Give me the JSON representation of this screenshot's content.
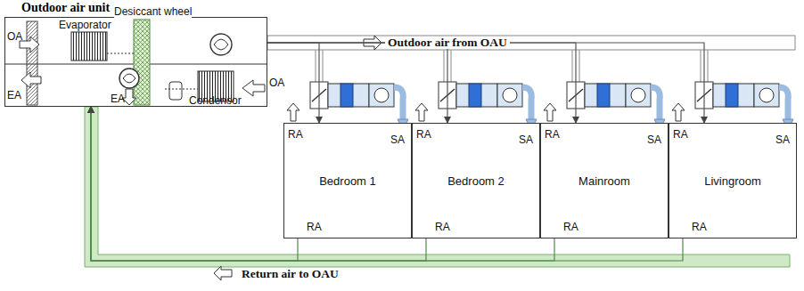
{
  "diagram": {
    "nodes": [
      {
        "text": [
          "Outdoor air unit"
        ]
      },
      {
        "text": [
          "Bedroom 1"
        ]
      },
      {
        "text": [
          "Bedroom 2"
        ]
      },
      {
        "text": [
          "Mainroom"
        ]
      },
      {
        "text": [
          "Livingroom"
        ]
      }
    ],
    "edges": [
      {
        "from": 0,
        "to": 1,
        "arrow": "to"
      },
      {
        "from": 0,
        "to": 2,
        "arrow": "to"
      },
      {
        "from": 0,
        "to": 3,
        "arrow": "to"
      },
      {
        "from": 0,
        "to": 4,
        "arrow": "to"
      },
      {
        "from": 1,
        "to": 0,
        "arrow": "to"
      },
      {
        "from": 2,
        "to": 0,
        "arrow": "to"
      },
      {
        "from": 3,
        "to": 0,
        "arrow": "to"
      },
      {
        "from": 4,
        "to": 0,
        "arrow": "to"
      }
    ],
    "labels": [
      "Evaporator",
      "Desiccant wheel",
      "OA",
      "EA",
      "EA",
      "Condensor",
      "OA",
      "Outdoor air from OAU",
      "RA",
      "SA",
      "RA",
      "RA",
      "SA",
      "RA",
      "RA",
      "SA",
      "RA",
      "RA",
      "SA",
      "RA",
      "Return air to OAU"
    ]
  }
}
